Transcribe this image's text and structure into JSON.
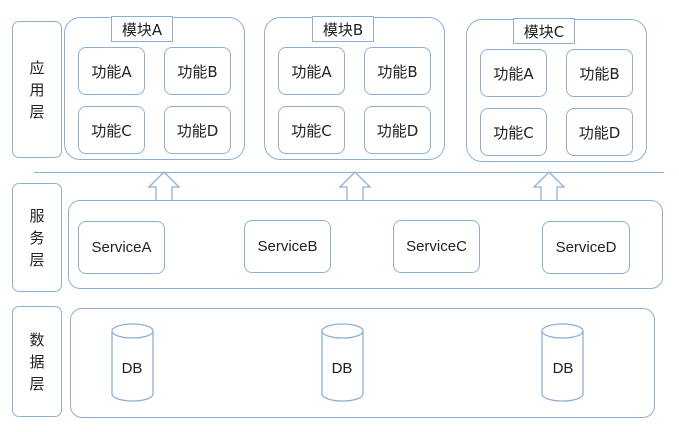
{
  "layers": {
    "app": [
      "应",
      "用",
      "层"
    ],
    "service": [
      "服",
      "务",
      "层"
    ],
    "data": [
      "数",
      "据",
      "层"
    ]
  },
  "modules": [
    {
      "title": "模块A",
      "functions": [
        "功能A",
        "功能B",
        "功能C",
        "功能D"
      ]
    },
    {
      "title": "模块B",
      "functions": [
        "功能A",
        "功能B",
        "功能C",
        "功能D"
      ]
    },
    {
      "title": "模块C",
      "functions": [
        "功能A",
        "功能B",
        "功能C",
        "功能D"
      ]
    }
  ],
  "services": [
    "ServiceA",
    "ServiceB",
    "ServiceC",
    "ServiceD"
  ],
  "databases": [
    "DB",
    "DB",
    "DB"
  ],
  "colors": {
    "border": "#8fb0d6",
    "background": "#ffffff"
  }
}
